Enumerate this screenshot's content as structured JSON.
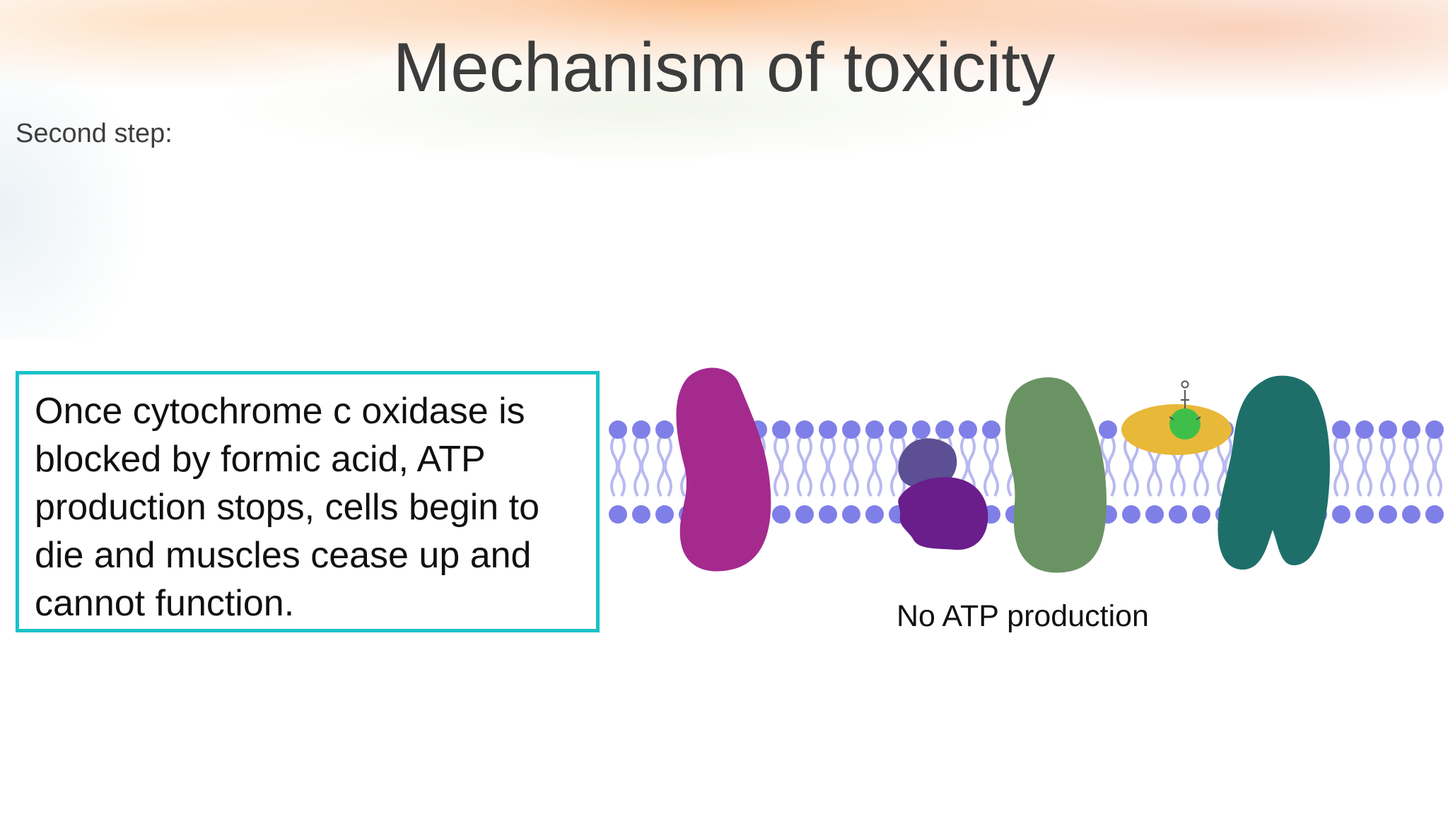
{
  "slide": {
    "title": "Mechanism of toxicity",
    "subtitle": "Second step:",
    "body_text": "Once cytochrome c oxidase is blocked by formic acid, ATP production stops, cells begin to die and muscles cease up and cannot function.",
    "caption": "No ATP production"
  },
  "diagram": {
    "colors": {
      "lipid_head": "#7f7fe8",
      "lipid_tail": "#b9b9f0",
      "protein_magenta": "#a42a8e",
      "protein_slate": "#5c4f93",
      "protein_purple": "#6a1e8c",
      "protein_green": "#6a9364",
      "protein_yellow": "#e8b838",
      "ligand_green": "#3fbf4a",
      "protein_teal": "#1e6f6a"
    }
  }
}
